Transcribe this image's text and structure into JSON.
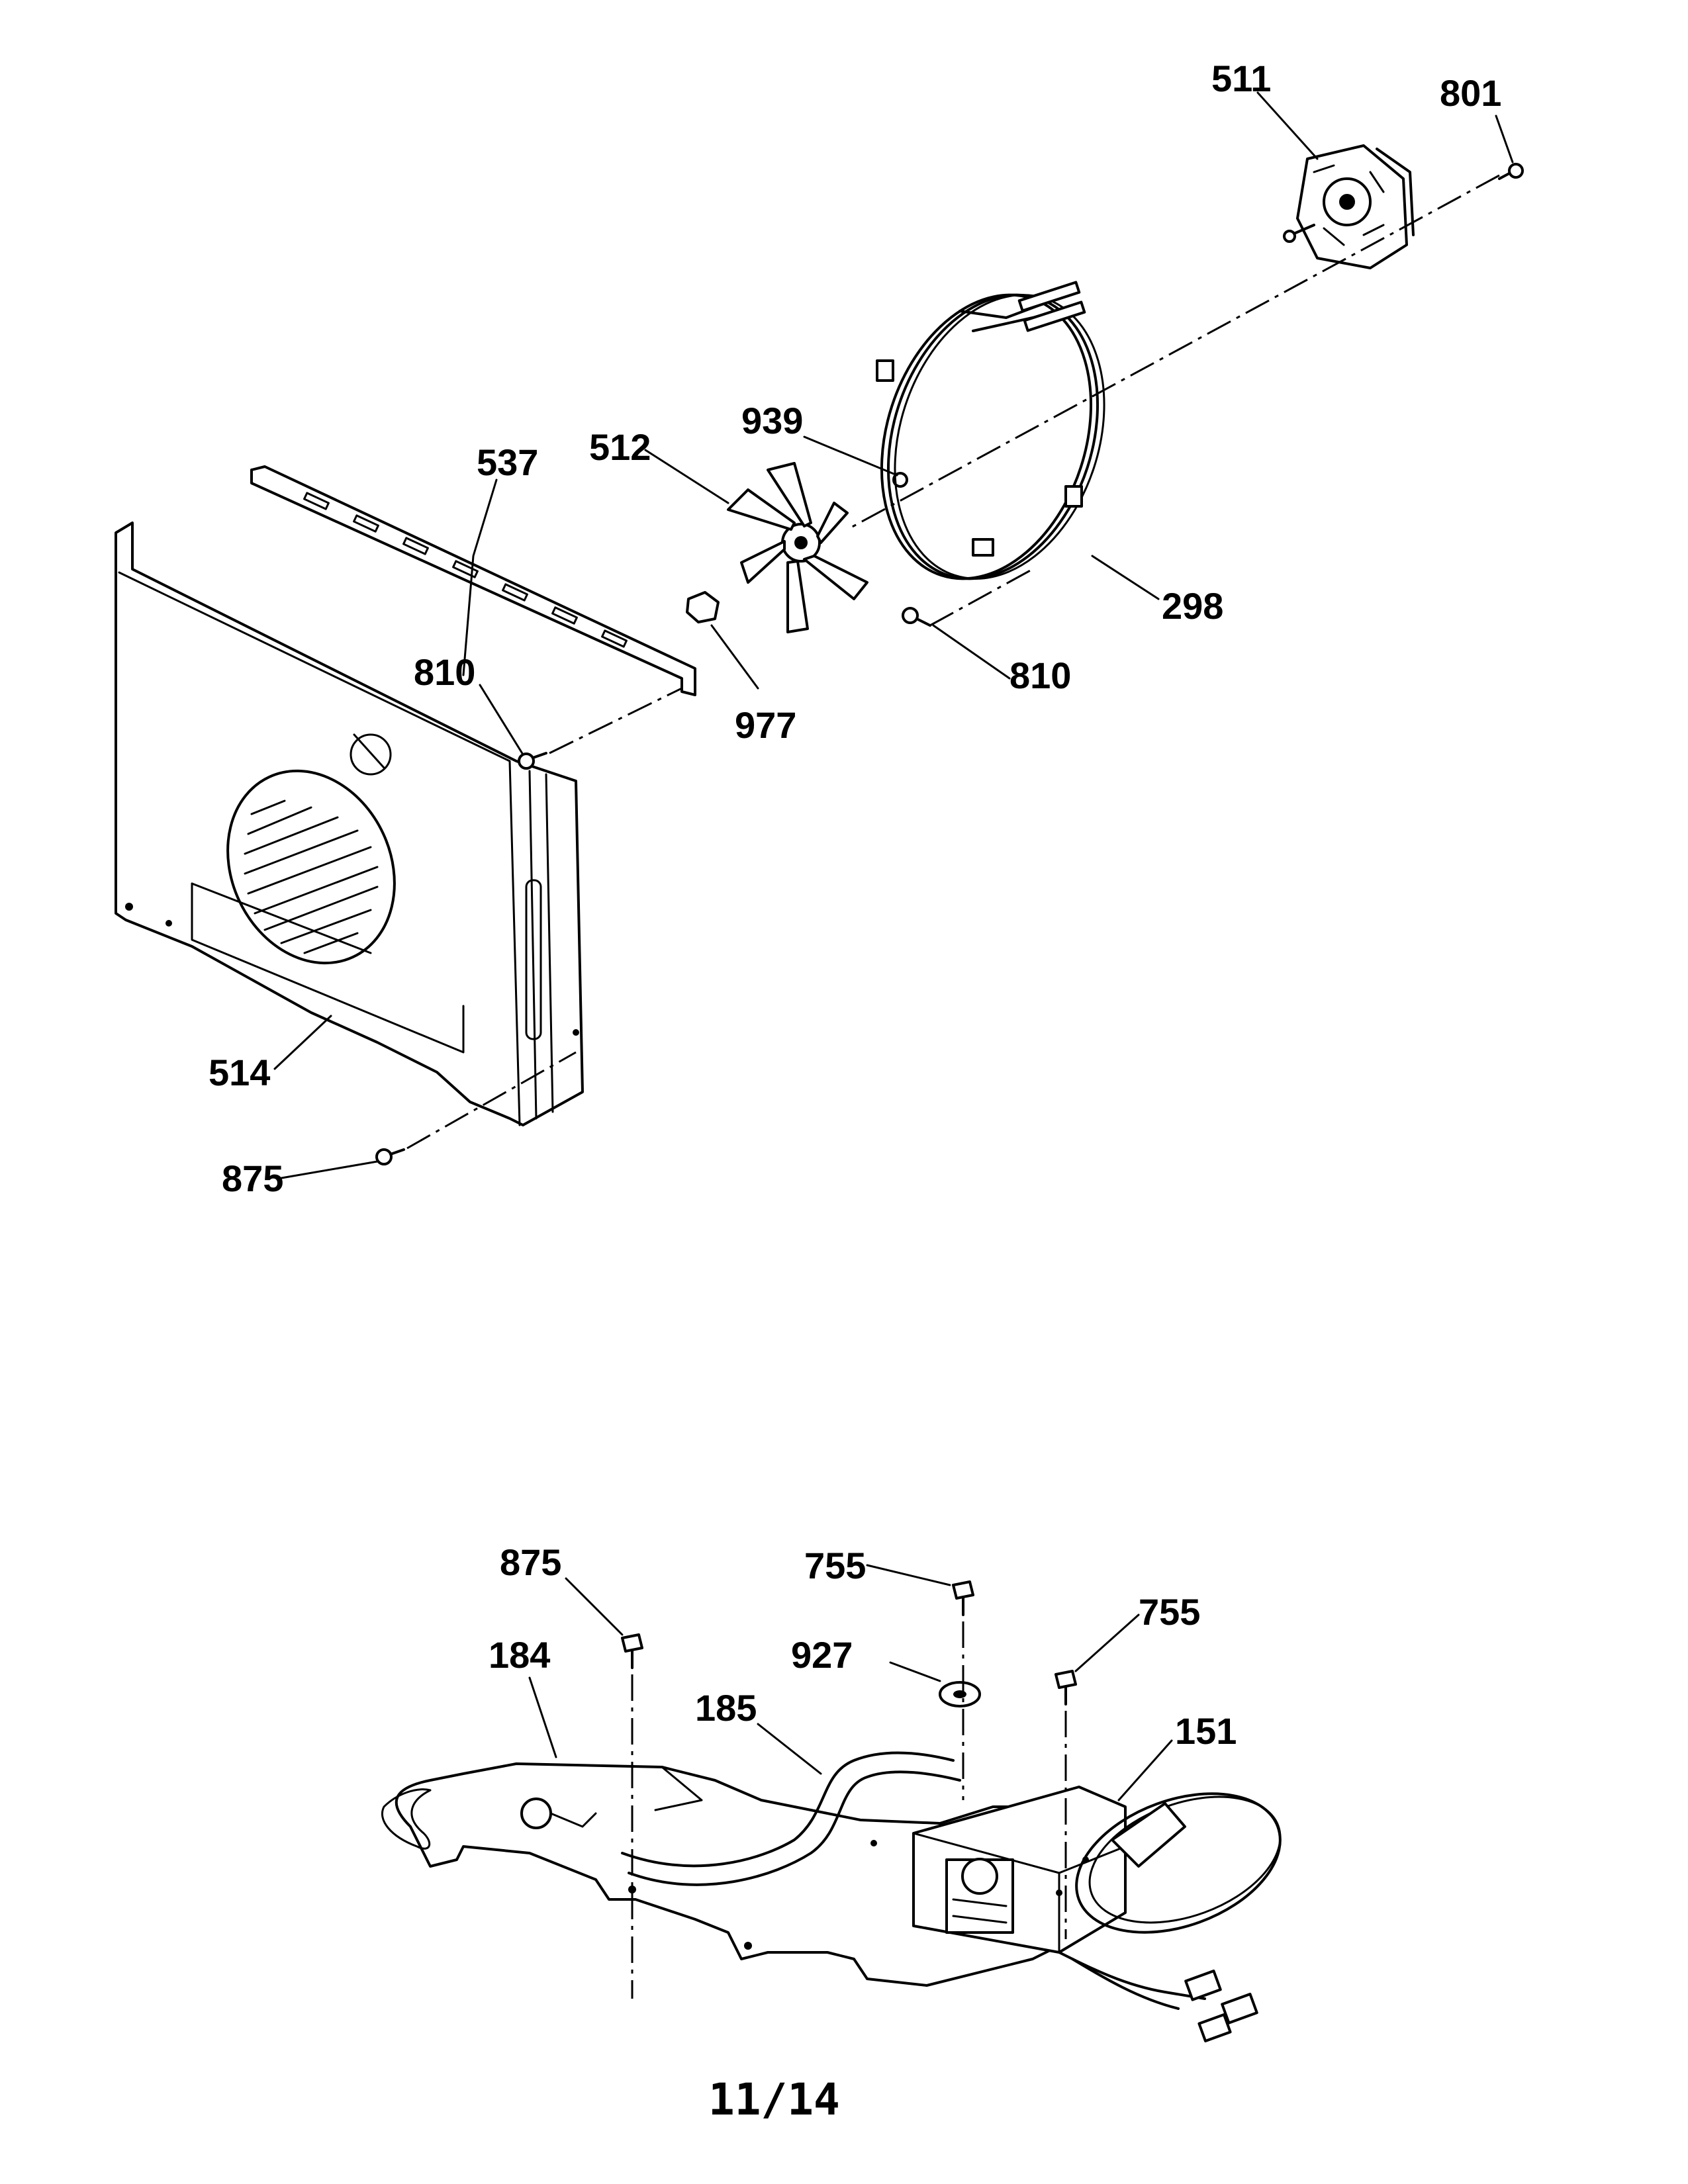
{
  "upper_assembly": {
    "callouts": {
      "c511": "511",
      "c801": "801",
      "c939": "939",
      "c537": "537",
      "c512": "512",
      "c810a": "810",
      "c977": "977",
      "c298": "298",
      "c810b": "810",
      "c514": "514",
      "c875": "875"
    }
  },
  "lower_assembly": {
    "callouts": {
      "c875": "875",
      "c755a": "755",
      "c927": "927",
      "c755b": "755",
      "c184": "184",
      "c185": "185",
      "c151": "151"
    }
  },
  "page_number": "11/14"
}
